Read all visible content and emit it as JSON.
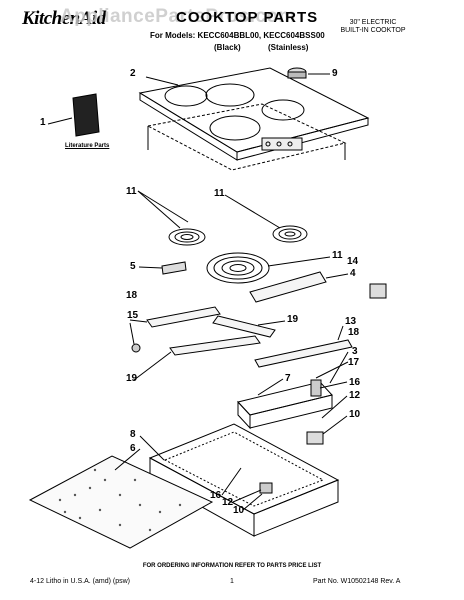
{
  "header": {
    "brand": "KitchenAid",
    "title": "COOKTOP PARTS",
    "models": "For Models: KECC604BBL00, KECC604BSS00",
    "variant_black": "(Black)",
    "variant_stainless": "(Stainless)",
    "note": "30\" ELECTRIC BUILT-IN COOKTOP",
    "watermark": "AppliancePartsPros.com"
  },
  "labels": {
    "literature": "Literature Parts",
    "callouts": [
      "1",
      "2",
      "9",
      "11",
      "11",
      "5",
      "11",
      "4",
      "14",
      "18",
      "15",
      "19",
      "13",
      "18",
      "19",
      "3",
      "17",
      "7",
      "16",
      "12",
      "10",
      "8",
      "6",
      "16",
      "12",
      "10"
    ]
  },
  "footer": {
    "ordering": "FOR ORDERING INFORMATION REFER TO PARTS PRICE LIST",
    "print": "4-12 Litho in U.S.A. (amd) (psw)",
    "page": "1",
    "part_no": "Part No. W10502148 Rev. A"
  }
}
